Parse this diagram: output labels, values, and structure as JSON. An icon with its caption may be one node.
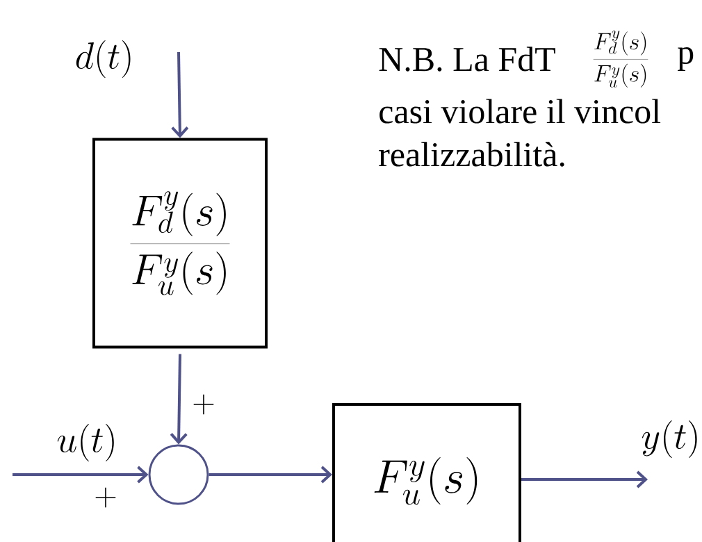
{
  "diagram": {
    "nodes": [
      {
        "text": [
          "\\frac{F_d^y(s)}{F_u^y(s)}"
        ]
      },
      {
        "text": [],
        "shape": "circle"
      },
      {
        "text": [
          "F_u^y(s)"
        ]
      }
    ],
    "edges": [
      {
        "from": null,
        "to": 0,
        "arrow": "to"
      },
      {
        "from": 0,
        "to": 1,
        "arrow": "to"
      },
      {
        "from": null,
        "to": 1,
        "arrow": "to"
      },
      {
        "from": 1,
        "to": 2,
        "arrow": "to"
      },
      {
        "from": 2,
        "to": null,
        "arrow": "to"
      }
    ],
    "labels": [
      "d(t)",
      "u(t)",
      "+",
      "+",
      "y(t)",
      "N.B. La FdT",
      "\\frac{F_d^y(s)}{F_u^y(s)}",
      "p",
      "casi violare il vincol",
      "realizzabilità."
    ]
  }
}
